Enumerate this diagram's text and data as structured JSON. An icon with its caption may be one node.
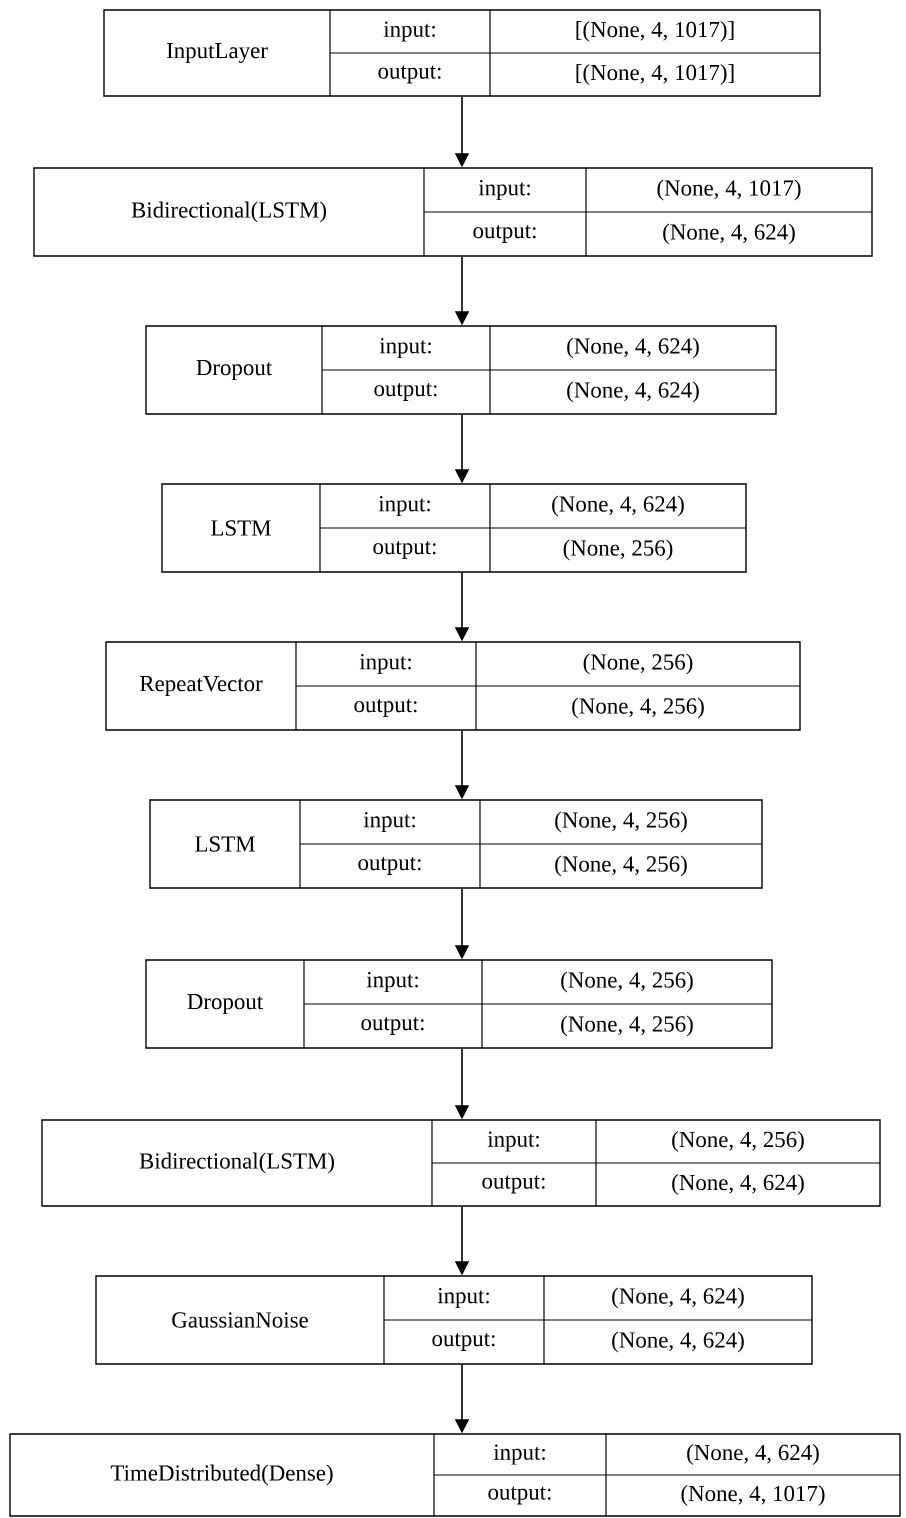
{
  "diagram": {
    "nodes": [
      {
        "text": [
          "InputLayer",
          "input:",
          "[(None, 4, 1017)]",
          "output:",
          "[(None, 4, 1017)]"
        ]
      },
      {
        "text": [
          "Bidirectional(LSTM)",
          "input:",
          "(None, 4, 1017)",
          "output:",
          "(None, 4, 624)"
        ]
      },
      {
        "text": [
          "Dropout",
          "input:",
          "(None, 4, 624)",
          "output:",
          "(None, 4, 624)"
        ]
      },
      {
        "text": [
          "LSTM",
          "input:",
          "(None, 4, 624)",
          "output:",
          "(None, 256)"
        ]
      },
      {
        "text": [
          "RepeatVector",
          "input:",
          "(None, 256)",
          "output:",
          "(None, 4, 256)"
        ]
      },
      {
        "text": [
          "LSTM",
          "input:",
          "(None, 4, 256)",
          "output:",
          "(None, 4, 256)"
        ]
      },
      {
        "text": [
          "Dropout",
          "input:",
          "(None, 4, 256)",
          "output:",
          "(None, 4, 256)"
        ]
      },
      {
        "text": [
          "Bidirectional(LSTM)",
          "input:",
          "(None, 4, 256)",
          "output:",
          "(None, 4, 624)"
        ]
      },
      {
        "text": [
          "GaussianNoise",
          "input:",
          "(None, 4, 624)",
          "output:",
          "(None, 4, 624)"
        ]
      },
      {
        "text": [
          "TimeDistributed(Dense)",
          "input:",
          "(None, 4, 624)",
          "output:",
          "(None, 4, 1017)"
        ]
      }
    ],
    "edges": [
      {
        "from": 0,
        "to": 1,
        "arrow": "to"
      },
      {
        "from": 1,
        "to": 2,
        "arrow": "to"
      },
      {
        "from": 2,
        "to": 3,
        "arrow": "to"
      },
      {
        "from": 3,
        "to": 4,
        "arrow": "to"
      },
      {
        "from": 4,
        "to": 5,
        "arrow": "to"
      },
      {
        "from": 5,
        "to": 6,
        "arrow": "to"
      },
      {
        "from": 6,
        "to": 7,
        "arrow": "to"
      },
      {
        "from": 7,
        "to": 8,
        "arrow": "to"
      },
      {
        "from": 8,
        "to": 9,
        "arrow": "to"
      }
    ]
  }
}
